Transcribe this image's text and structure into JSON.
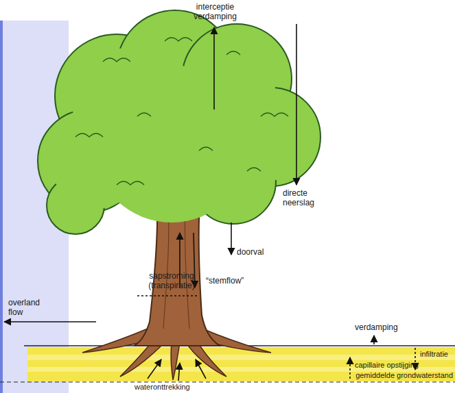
{
  "diagram": {
    "labels": [
      "interceptie verdamping",
      "directe neerslag",
      "doorval",
      "sapstroming (transpiratie)",
      "“stemflow”",
      "overland flow",
      "verdamping",
      "infiltratie",
      "capillaire opstijging",
      "gemiddelde grondwaterstand",
      "wateronttrekking"
    ]
  }
}
